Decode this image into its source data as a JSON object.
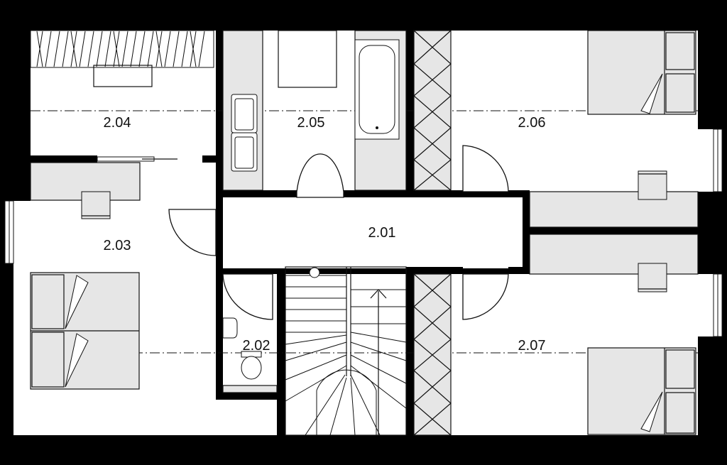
{
  "rooms": {
    "r201": "2.01",
    "r202": "2.02",
    "r203": "2.03",
    "r204": "2.04",
    "r205": "2.05",
    "r206": "2.06",
    "r207": "2.07"
  },
  "colors": {
    "wall": "#000000",
    "floor": "#ffffff",
    "furniture": "#e6e6e6",
    "line": "#111111"
  }
}
